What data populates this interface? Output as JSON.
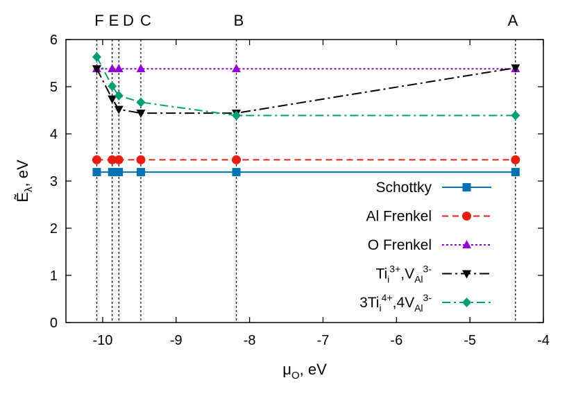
{
  "chart_data": {
    "type": "line",
    "xlabel": "μ",
    "xlabel_sub": "O",
    "xlabel_unit": ", eV",
    "ylabel": "Ẽ",
    "ylabel_sub": "λ",
    "ylabel_unit": ", eV",
    "xlim": [
      -10.5,
      -4
    ],
    "ylim": [
      0,
      6
    ],
    "xticks": [
      -10,
      -9,
      -8,
      -7,
      -6,
      -5,
      -4
    ],
    "yticks": [
      0,
      1,
      2,
      3,
      4,
      5,
      6
    ],
    "grid": false,
    "legend_position": "bottom-right",
    "reference_points": [
      {
        "label": "F",
        "x": -10.08
      },
      {
        "label": "E",
        "x": -9.87
      },
      {
        "label": "D",
        "x": -9.78
      },
      {
        "label": "C",
        "x": -9.48
      },
      {
        "label": "B",
        "x": -8.18
      },
      {
        "label": "A",
        "x": -4.38
      }
    ],
    "series": [
      {
        "name": "Schottky",
        "color": "#0072b2",
        "marker": "square",
        "dash": "",
        "x": [
          -10.08,
          -9.87,
          -9.78,
          -9.48,
          -8.18,
          -4.38
        ],
        "y": [
          3.19,
          3.19,
          3.19,
          3.19,
          3.19,
          3.19
        ]
      },
      {
        "name": "Al Frenkel",
        "color": "#e51e10",
        "marker": "circle",
        "dash": "9,6",
        "x": [
          -10.08,
          -9.87,
          -9.78,
          -9.48,
          -8.18,
          -4.38
        ],
        "y": [
          3.45,
          3.45,
          3.45,
          3.45,
          3.45,
          3.45
        ]
      },
      {
        "name": "O Frenkel",
        "color": "#9400d3",
        "marker": "triangle-up",
        "dash": "3,3",
        "x": [
          -10.08,
          -9.87,
          -9.78,
          -9.48,
          -8.18,
          -4.38
        ],
        "y": [
          5.38,
          5.38,
          5.38,
          5.38,
          5.38,
          5.38
        ]
      },
      {
        "name_parts": [
          "Ti",
          "i",
          "3+",
          ",V",
          "Al",
          "3-"
        ],
        "color": "#000000",
        "marker": "triangle-down",
        "dash": "14,5,3,5",
        "x": [
          -10.08,
          -9.87,
          -9.78,
          -9.48,
          -8.18,
          -4.38
        ],
        "y": [
          5.38,
          4.74,
          4.52,
          4.44,
          4.44,
          5.4
        ]
      },
      {
        "name_parts": [
          "3Ti",
          "i",
          "4+",
          ",4V",
          "Al",
          "3-"
        ],
        "color": "#009e73",
        "marker": "diamond",
        "dash": "12,5,3,5",
        "x": [
          -10.08,
          -9.87,
          -9.78,
          -9.48,
          -8.18,
          -4.38
        ],
        "y": [
          5.63,
          5.01,
          4.81,
          4.67,
          4.39,
          4.39
        ]
      }
    ]
  }
}
